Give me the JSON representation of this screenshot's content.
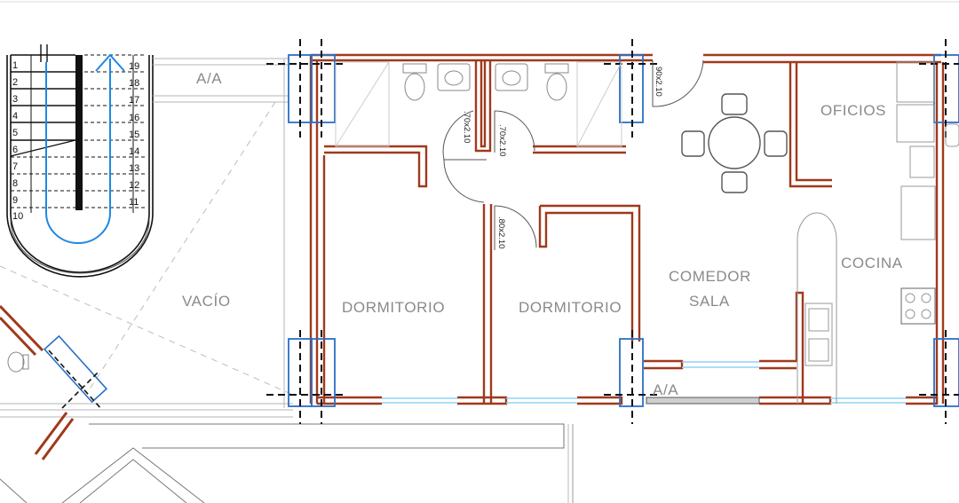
{
  "rooms": {
    "vacio": "VACÍO",
    "dormitorio_1": "DORMITORIO",
    "dormitorio_2": "DORMITORIO",
    "comedor": "COMEDOR",
    "sala": "SALA",
    "cocina": "COCINA",
    "oficios": "OFICIOS"
  },
  "section_marks": [
    "A/A",
    "A/A"
  ],
  "door_dims": [
    "90x2.10",
    ".70x2.10",
    ".70x2.10",
    ".80x2.10"
  ],
  "stair_steps_left": [
    "1",
    "2",
    "3",
    "4",
    "5",
    "6",
    "7",
    "8",
    "9",
    "10"
  ],
  "stair_steps_right": [
    "19",
    "18",
    "17",
    "16",
    "15",
    "14",
    "13",
    "12",
    "11"
  ],
  "colors": {
    "wall": "#a0391c",
    "column": "#2a6fc9",
    "axis": "#111111",
    "stair_arrow": "#1e88e5",
    "window": "#8fd3f4",
    "room_label": "#8a8a8a"
  }
}
